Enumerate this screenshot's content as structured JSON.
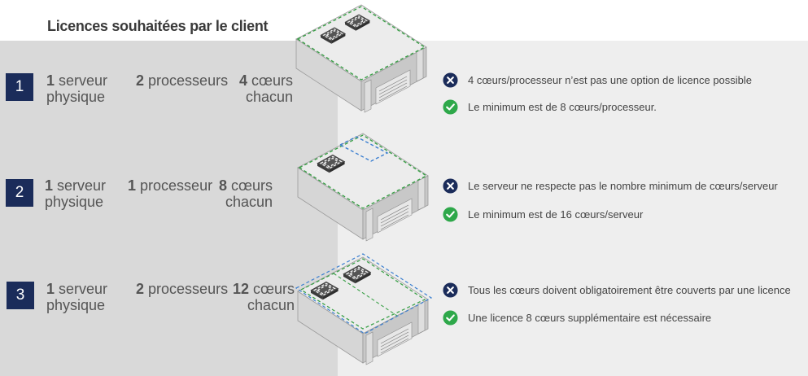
{
  "title": "Licences souhaitées par le client",
  "colors": {
    "badge": "#1b2c5a",
    "cross": "#1b2c5a",
    "check": "#2ea84a",
    "dash_green": "#3aa047",
    "dash_blue": "#3b7fd0",
    "panel_left": "#d9d9d9",
    "panel_right": "#eeeeee"
  },
  "rows": [
    {
      "number": "1",
      "server_count": "1",
      "server_label": "serveur",
      "server_sub": "physique",
      "proc_count": "2",
      "proc_label": "processeurs",
      "cores_count": "4",
      "cores_label": "cœurs",
      "cores_sub": "chacun",
      "invalid_icon": "cross-circle-icon",
      "invalid": "4 cœurs/processeur n’est pas une option de licence possible",
      "valid_icon": "check-circle-icon",
      "valid": "Le minimum est de 8 cœurs/processeur."
    },
    {
      "number": "2",
      "server_count": "1",
      "server_label": "serveur",
      "server_sub": "physique",
      "proc_count": "1",
      "proc_label": "processeur",
      "cores_count": "8",
      "cores_label": "cœurs",
      "cores_sub": "chacun",
      "invalid_icon": "cross-circle-icon",
      "invalid": "Le serveur ne respecte pas le nombre minimum de cœurs/serveur",
      "valid_icon": "check-circle-icon",
      "valid": "Le minimum est de 16 cœurs/serveur"
    },
    {
      "number": "3",
      "server_count": "1",
      "server_label": "serveur",
      "server_sub": "physique",
      "proc_count": "2",
      "proc_label": "processeurs",
      "cores_count": "12",
      "cores_label": "cœurs",
      "cores_sub": "chacun",
      "invalid_icon": "cross-circle-icon",
      "invalid": "Tous les cœurs doivent obligatoirement être couverts par une licence",
      "valid_icon": "check-circle-icon",
      "valid": "Une licence 8 cœurs supplémentaire est nécessaire"
    }
  ]
}
